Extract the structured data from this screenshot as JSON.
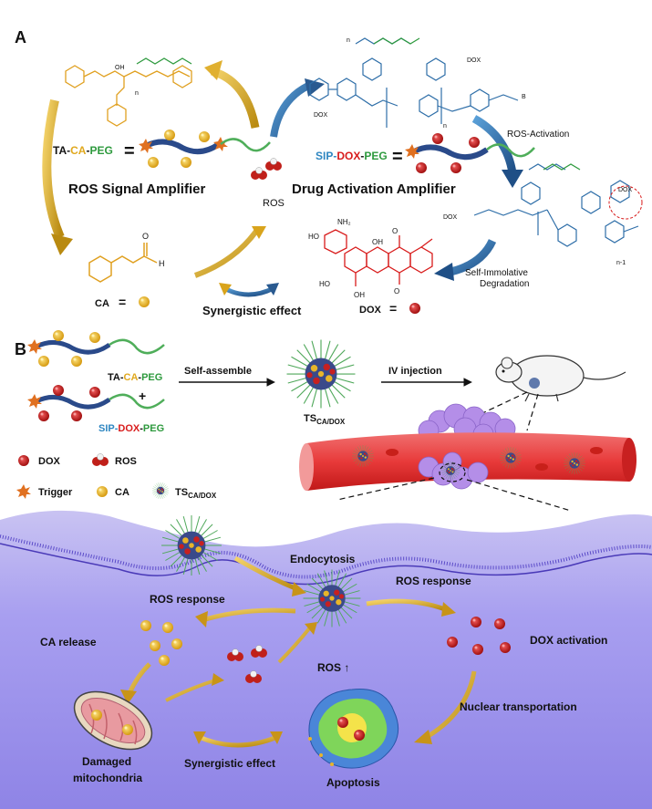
{
  "panel_a": {
    "label": "A",
    "ta_prefix": "TA-",
    "ta_ca": "CA",
    "ta_dash": "-",
    "ta_peg": "PEG",
    "ros_signal_amplifier": "ROS Signal Amplifier",
    "sip_prefix": "SIP-",
    "sip_dox": "DOX",
    "sip_dash": "-",
    "sip_peg": "PEG",
    "drug_activation_amplifier": "Drug Activation Amplifier",
    "ros_label": "ROS",
    "ros_activation": "ROS-Activation",
    "self_immolative_1": "Self-Immolative",
    "self_immolative_2": "Degradation",
    "ca_eq": "CA",
    "dox_eq": "DOX",
    "synergistic": "Synergistic effect",
    "equals": "=",
    "oh": "OH",
    "nh2": "NH₂",
    "ho": "HO",
    "o": "O",
    "h": "H",
    "dox_small": "DOX",
    "n_small": "n",
    "n1_small": "n-1",
    "b_atom": "B"
  },
  "panel_b": {
    "label": "B",
    "ta_prefix": "TA-",
    "ta_ca": "CA",
    "ta_dash": "-",
    "ta_peg": "PEG",
    "plus": "+",
    "sip_prefix": "SIP-",
    "sip_dox": "DOX",
    "sip_dash": "-",
    "sip_peg": "PEG",
    "self_assemble": "Self-assemble",
    "ts_main": "TS",
    "ts_sub": "CA/DOX",
    "iv_injection": "IV injection",
    "legend_dox": "DOX",
    "legend_ros": "ROS",
    "legend_trigger": "Trigger",
    "legend_ca": "CA",
    "legend_ts_main": "TS",
    "legend_ts_sub": "CA/DOX",
    "endocytosis": "Endocytosis",
    "ros_response_left": "ROS response",
    "ros_response_right": "ROS response",
    "ca_release": "CA release",
    "dox_activation": "DOX activation",
    "ros_up": "ROS ↑",
    "nuclear_transportation": "Nuclear transportation",
    "damaged_1": "Damaged",
    "damaged_2": "mitochondria",
    "synergistic": "Synergistic effect",
    "apoptosis": "Apoptosis"
  },
  "colors": {
    "ca_gold": "#E0A81E",
    "dox_red": "#D81B1B",
    "peg_green": "#2E9A3E",
    "sip_blue": "#2E86C1",
    "drug_amp_blue": "#2C5F8A",
    "ros_amp_gold": "#D9A41C",
    "cell_purple": "#9C93E8"
  }
}
